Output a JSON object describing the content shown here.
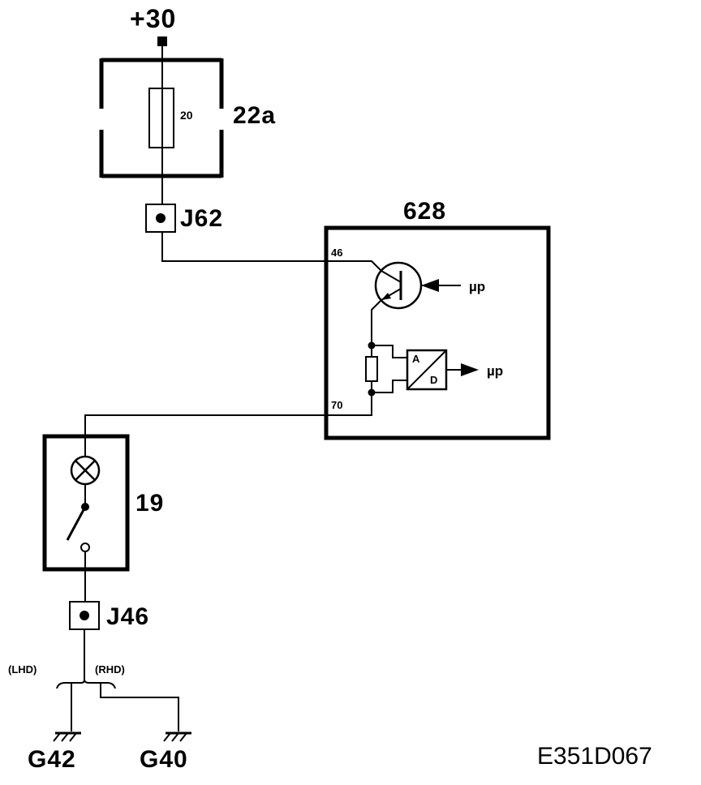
{
  "supply": {
    "label": "+30"
  },
  "fuse": {
    "id": "22a",
    "rating": "20"
  },
  "connector_top": {
    "id": "J62"
  },
  "module": {
    "id": "628",
    "pin_top": "46",
    "pin_bottom": "70",
    "transistor_input": "µp",
    "adc_output": "µp",
    "adc_a": "A",
    "adc_d": "D"
  },
  "switch_unit": {
    "id": "19"
  },
  "connector_bottom": {
    "id": "J46"
  },
  "variants": {
    "left": "(LHD)",
    "right": "(RHD)"
  },
  "grounds": {
    "left": "G42",
    "right": "G40"
  },
  "diagram_code": "E351D067"
}
